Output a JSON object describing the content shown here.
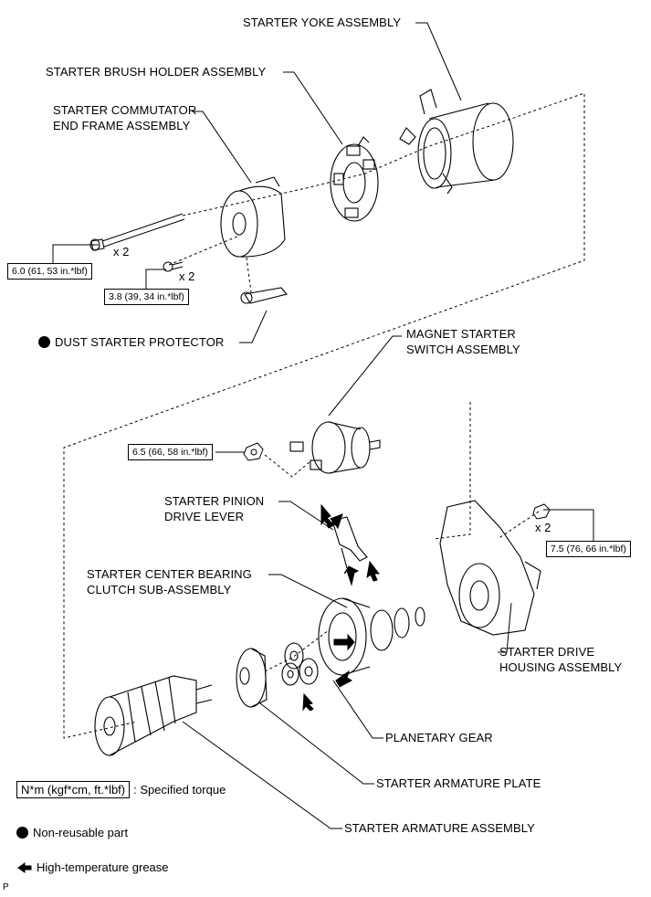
{
  "labels": {
    "yoke": "STARTER YOKE ASSEMBLY",
    "brush_holder": "STARTER BRUSH HOLDER ASSEMBLY",
    "commutator_line1": "STARTER COMMUTATOR",
    "commutator_line2": "END FRAME ASSEMBLY",
    "dust_protector": "DUST STARTER PROTECTOR",
    "magnet_line1": "MAGNET STARTER",
    "magnet_line2": "SWITCH ASSEMBLY",
    "pinion_line1": "STARTER PINION",
    "pinion_line2": "DRIVE LEVER",
    "clutch_line1": "STARTER CENTER BEARING",
    "clutch_line2": "CLUTCH SUB-ASSEMBLY",
    "housing_line1": "STARTER DRIVE",
    "housing_line2": "HOUSING ASSEMBLY",
    "planetary": "PLANETARY GEAR",
    "armature_plate": "STARTER ARMATURE PLATE",
    "armature": "STARTER ARMATURE ASSEMBLY"
  },
  "torques": {
    "through_bolt": "6.0 (61, 53 in.*lbf)",
    "screw": "3.8 (39, 34 in.*lbf)",
    "switch_nut": "6.5 (66, 58 in.*lbf)",
    "housing_nut": "7.5 (76, 66 in.*lbf)"
  },
  "quantities": {
    "through_bolt": "x 2",
    "screw": "x 2",
    "housing_nut": "x 2"
  },
  "legend": {
    "torque_box": "N*m (kgf*cm, ft.*lbf)",
    "torque_text": ": Specified torque",
    "non_reusable": "Non-reusable part",
    "grease": "High-temperature grease"
  },
  "corner_mark": "P"
}
